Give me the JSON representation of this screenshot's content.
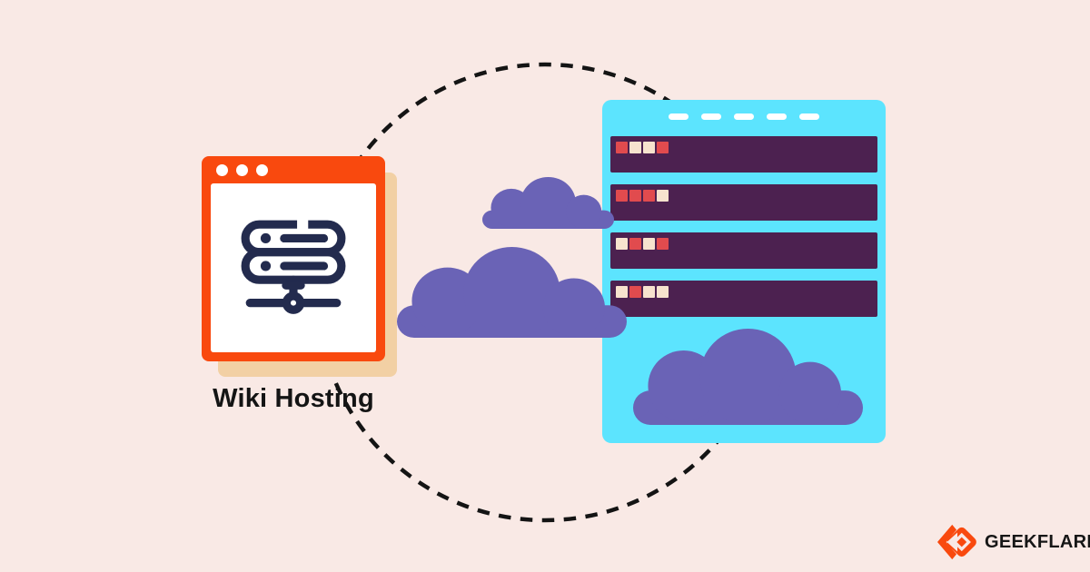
{
  "page": {
    "title": "Wiki Hosting"
  },
  "brand": {
    "name": "GEEKFLARE",
    "mark_icon": "geekflare-mark-icon"
  },
  "colors": {
    "background": "#f9e9e5",
    "accent_orange": "#f9490e",
    "shadow_peach": "#f2d0a4",
    "icon_navy": "#232b4e",
    "rack_cyan": "#5ce4fe",
    "row_plum": "#4c2150",
    "led_red": "#e14b4e",
    "led_cream": "#f7e3ce",
    "cloud_purple": "#6a63b6",
    "ink": "#141414"
  },
  "browser_window": {
    "dot_count": 3,
    "icon": "server-network-icon"
  },
  "server_rack": {
    "vent_count": 5,
    "rows": [
      {
        "leds": [
          "red",
          "cream",
          "cream",
          "red"
        ]
      },
      {
        "leds": [
          "red",
          "red",
          "red",
          "cream"
        ]
      },
      {
        "leds": [
          "cream",
          "red",
          "cream",
          "red"
        ]
      },
      {
        "leds": [
          "cream",
          "red",
          "cream",
          "cream"
        ]
      }
    ]
  },
  "clouds": {
    "count": 3
  },
  "decor": {
    "dashed_circle": true
  }
}
